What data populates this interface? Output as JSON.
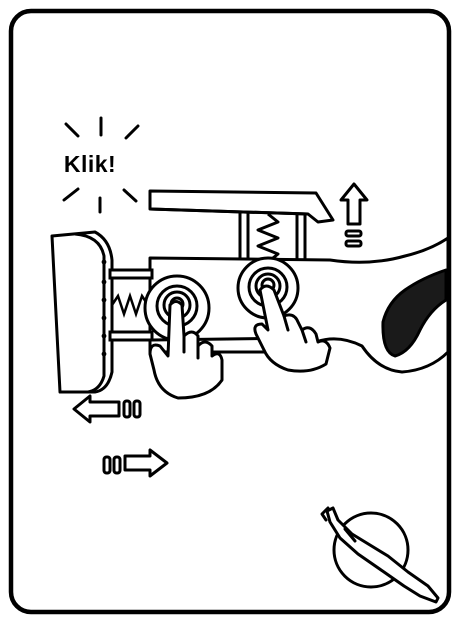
{
  "callout": {
    "text": "Klik!"
  },
  "colors": {
    "ink": "#000000",
    "paper": "#ffffff",
    "grip": "#1a1a1a"
  },
  "icons": [
    "burst-lines",
    "up-arrow",
    "left-arrow",
    "right-arrow",
    "finger-press",
    "no-tool-symbol"
  ]
}
